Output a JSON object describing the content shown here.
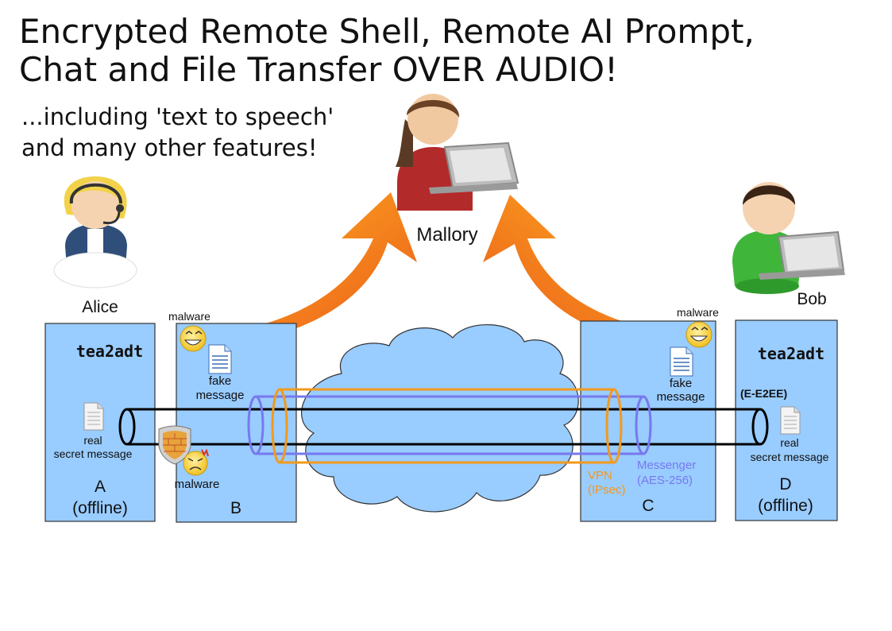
{
  "title": "Encrypted Remote Shell, Remote AI Prompt,\nChat and File Transfer OVER AUDIO!",
  "subtitle": "...including 'text to speech'\nand many other features!",
  "people": {
    "alice": "Alice",
    "mallory": "Mallory",
    "bob": "Bob"
  },
  "boxes": {
    "a": {
      "app": "tea2adt",
      "letter": "A",
      "status": "(offline)",
      "msg_line1": "real",
      "msg_line2": "secret message"
    },
    "b": {
      "letter": "B",
      "malware_top": "malware",
      "fake_line1": "fake",
      "fake_line2": "message",
      "malware_bottom": "malware"
    },
    "c": {
      "letter": "C",
      "malware_top": "malware",
      "fake_line1": "fake",
      "fake_line2": "message"
    },
    "d": {
      "app": "tea2adt",
      "letter": "D",
      "status": "(offline)",
      "msg_line1": "real",
      "msg_line2": "secret message",
      "tag": "(E-E2EE)"
    }
  },
  "tunnels": {
    "vpn_line1": "VPN",
    "vpn_line2": "(IPsec)",
    "messenger_line1": "Messenger",
    "messenger_line2": "(AES-256)"
  },
  "colors": {
    "box_fill": "#99ccff",
    "box_stroke": "#333333",
    "cloud_fill": "#99ccff",
    "vpn": "#f29a1c",
    "messenger": "#7878ee",
    "arrow_start": "#ffb020",
    "arrow_end": "#ea5a1a"
  },
  "icons": [
    "headset-person-icon",
    "laptop-person-icon",
    "document-icon",
    "grin-face-icon",
    "angry-face-icon",
    "shield-firewall-icon",
    "cloud-icon",
    "arrow-icon"
  ]
}
